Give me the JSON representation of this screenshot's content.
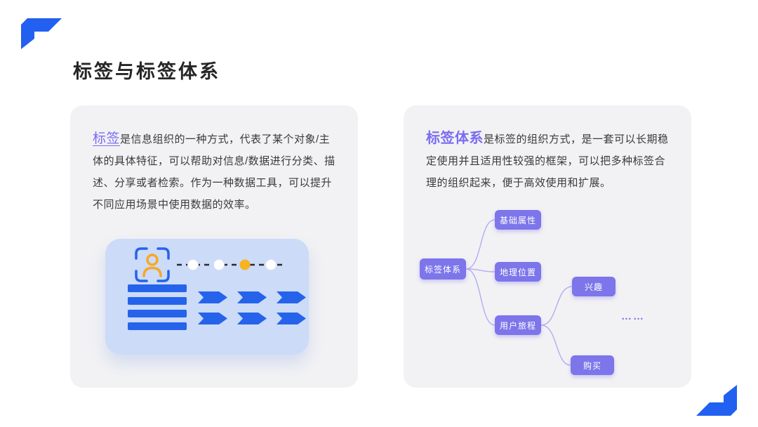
{
  "slide": {
    "title": "标签与标签体系"
  },
  "colors": {
    "accent_blue": "#2563eb",
    "corner_blue": "#2160f0",
    "term_purple": "#7a6df1",
    "node_purple": "#7d75ea",
    "card_bg": "#f2f2f4",
    "illustration_bg": "#cbdbf8",
    "highlight_yellow": "#f7b321",
    "person_orange": "#f7a823"
  },
  "cards": {
    "left": {
      "term": "标签",
      "description": "是信息组织的一种方式，代表了某个对象/主体的具体特征，可以帮助对信息/数据进行分类、描述、分享或者检索。作为一种数据工具，可以提升不同应用场景中使用数据的效率。",
      "illustration_icons": [
        "scan-person-icon",
        "progress-dots-icon",
        "text-bars-icon",
        "tag-arrows-icon"
      ]
    },
    "right": {
      "term": "标签体系",
      "description": "是标签的组织方式，是一套可以长期稳定使用并且适用性较强的框架，可以把多种标签合理的组织起来，便于高效使用和扩展。",
      "tree": {
        "root": "标签体系",
        "level1": [
          "基础属性",
          "地理位置",
          "用户旅程"
        ],
        "level2": [
          "兴趣",
          "购买"
        ],
        "ellipsis": "……"
      }
    }
  }
}
